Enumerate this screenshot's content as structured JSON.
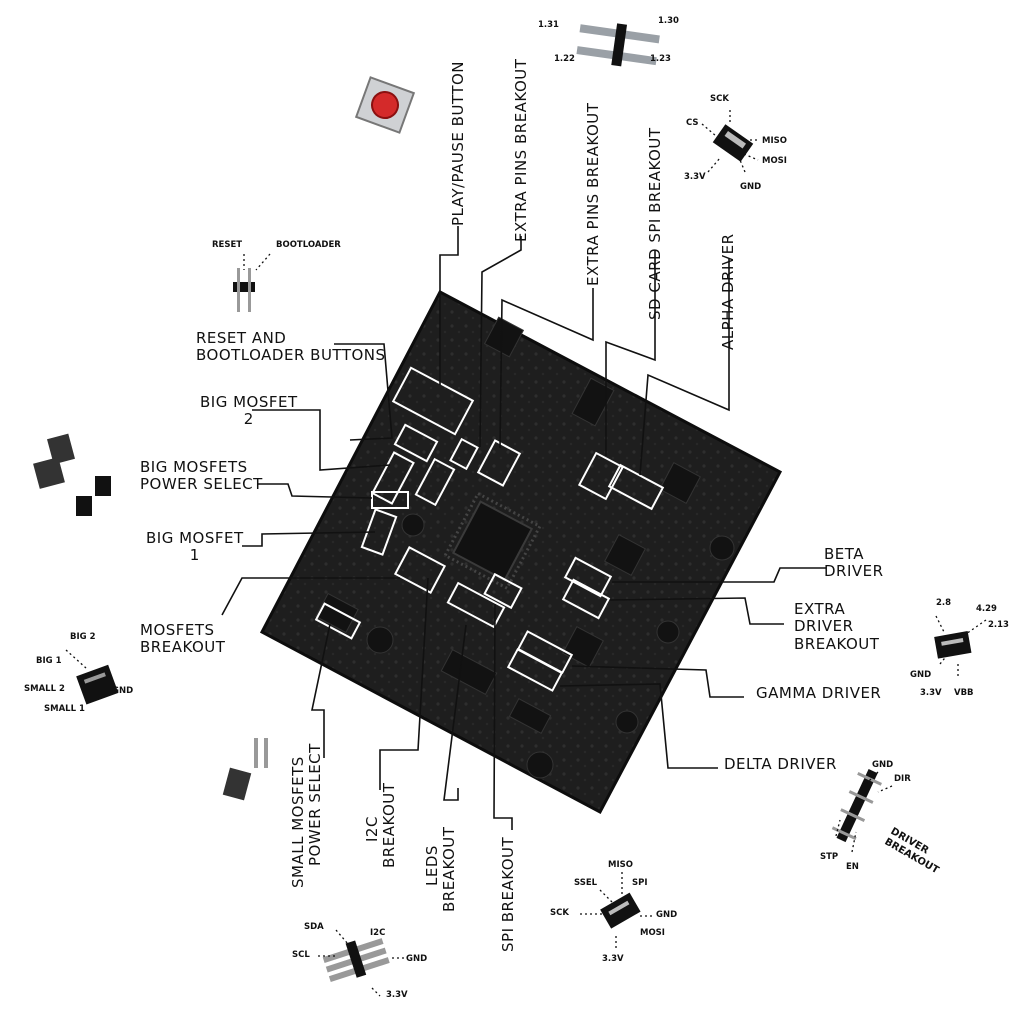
{
  "labels": {
    "play_pause": "PLAY/PAUSE BUTTON",
    "extra_pins_1": "EXTRA PINS BREAKOUT",
    "extra_pins_2": "EXTRA PINS BREAKOUT",
    "sd_card": "SD CARD SPI BREAKOUT",
    "alpha": "ALPHA DRIVER",
    "reset_bootloader": [
      "RESET AND",
      "BOOTLOADER BUTTONS"
    ],
    "big_mosfet_2": [
      "BIG MOSFET",
      "2"
    ],
    "big_mosfets_power": [
      "BIG MOSFETS",
      "POWER SELECT"
    ],
    "big_mosfet_1": [
      "BIG MOSFET",
      "1"
    ],
    "mosfets_breakout": [
      "MOSFETS",
      "BREAKOUT"
    ],
    "beta": [
      "BETA",
      "DRIVER"
    ],
    "extra_driver": [
      "EXTRA",
      "DRIVER",
      "BREAKOUT"
    ],
    "gamma": "GAMMA DRIVER",
    "delta": "DELTA DRIVER",
    "small_mosfets_power": [
      "SMALL MOSFETS",
      "POWER SELECT"
    ],
    "i2c": [
      "I2C",
      "BREAKOUT"
    ],
    "leds": [
      "LEDS",
      "BREAKOUT"
    ],
    "spi": "SPI BREAKOUT"
  },
  "pin_labels": {
    "top_header": [
      "1.31",
      "1.30",
      "1.22",
      "1.23"
    ],
    "sd_header": [
      "SCK",
      "CS",
      "MISO",
      "MOSI",
      "3.3V",
      "GND"
    ],
    "reset_header": [
      "RESET",
      "BOOTLOADER"
    ],
    "mosfet_header": [
      "BIG 2",
      "BIG 1",
      "SMALL 2",
      "SMALL 1",
      "GND"
    ],
    "extra_driver_header": [
      "2.8",
      "4.29",
      "2.13",
      "GND",
      "3.3V",
      "VBB"
    ],
    "driver_header": [
      "GND",
      "DIR",
      "STP",
      "EN"
    ],
    "driver_header_title": "DRIVER BREAKOUT",
    "spi_header": [
      "MISO",
      "SSEL",
      "SPI",
      "SCK",
      "GND",
      "MOSI",
      "3.3V"
    ],
    "i2c_header": [
      "SDA",
      "I2C",
      "SCL",
      "GND",
      "3.3V"
    ]
  },
  "colors": {
    "background": "#ffffff",
    "board": "#1c1c1c",
    "outline": "#ffffff",
    "ink": "#111111",
    "button_red": "#d42a2a"
  }
}
